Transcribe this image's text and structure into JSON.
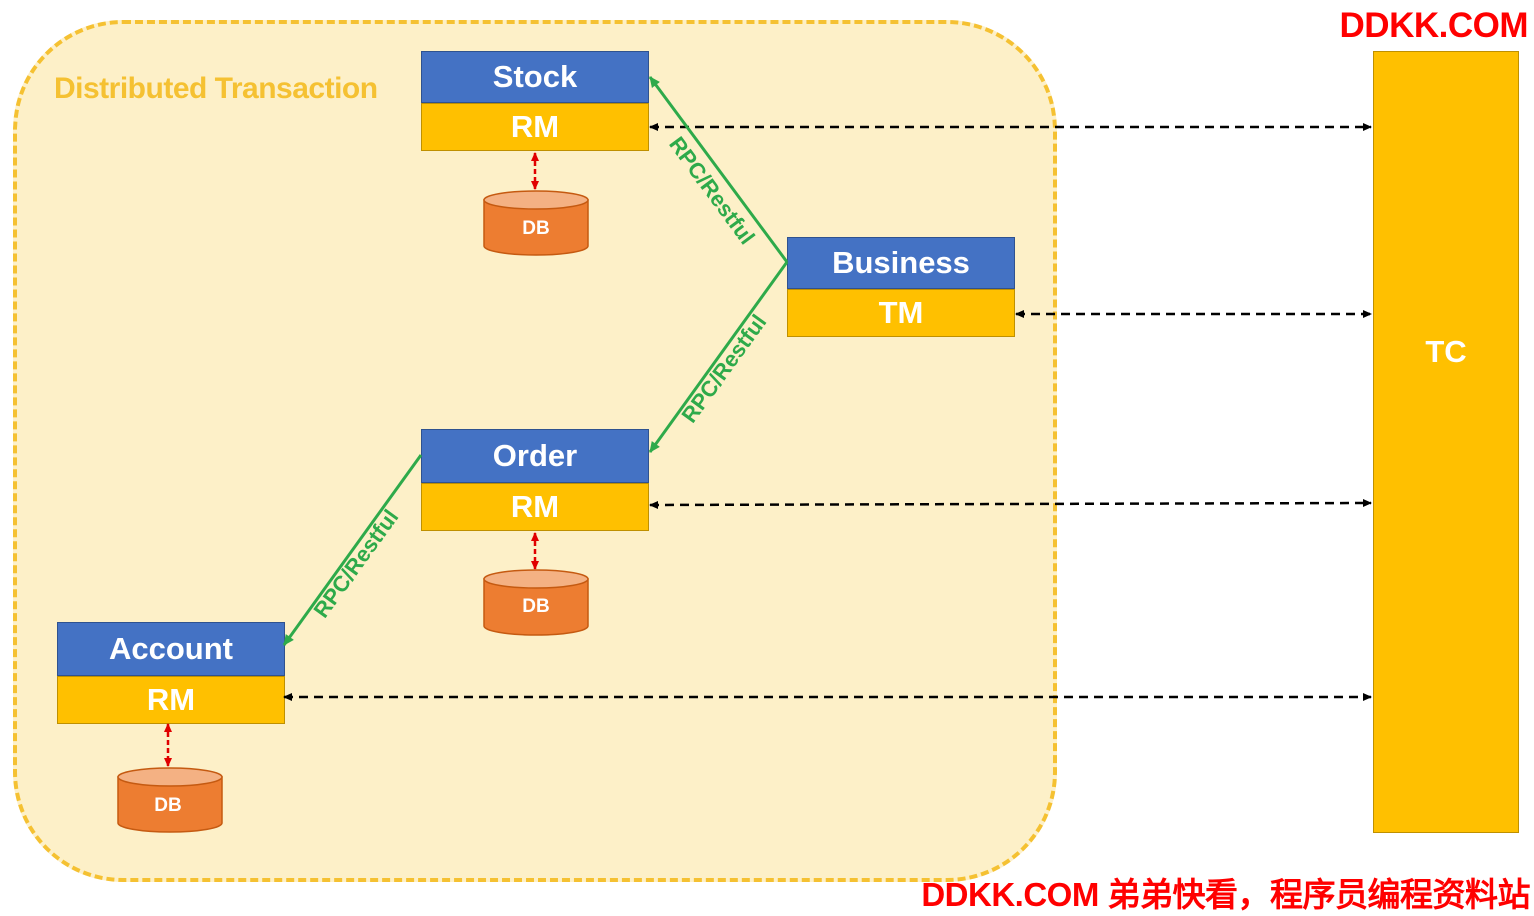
{
  "title": "Distributed Transaction",
  "services": {
    "stock": {
      "name": "Stock",
      "role": "RM"
    },
    "business": {
      "name": "Business",
      "role": "TM"
    },
    "order": {
      "name": "Order",
      "role": "RM"
    },
    "account": {
      "name": "Account",
      "role": "RM"
    }
  },
  "coordinator": {
    "label": "TC"
  },
  "database_label": "DB",
  "rpc_label": "RPC/Restful",
  "colors": {
    "service_header": "#4472c4",
    "role_bar": "#ffc000",
    "database": "#ed7d31",
    "rpc_arrow": "#2eaa4a",
    "db_link": "#ff0000",
    "zone_fill": "#fdf0c8",
    "zone_border": "#f5c132"
  },
  "watermark": {
    "top": "DDKK.COM",
    "bottom": "DDKK.COM 弟弟快看，程序员编程资料站"
  }
}
